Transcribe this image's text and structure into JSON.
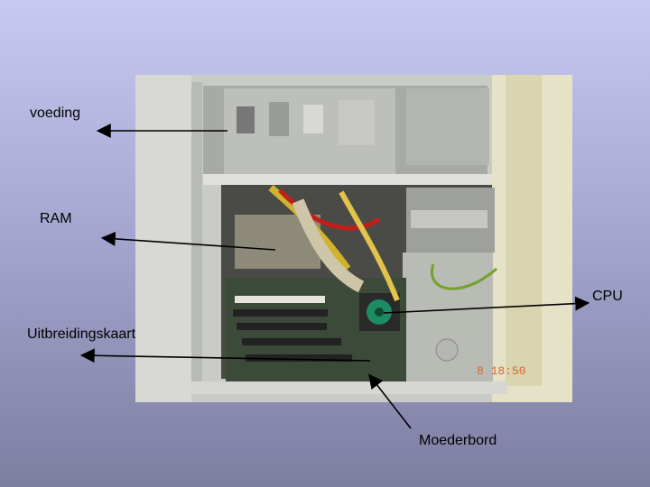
{
  "labels": {
    "power_supply": "voeding",
    "ram": "RAM",
    "cpu": "CPU",
    "expansion_card": "Uitbreidingskaart",
    "motherboard": "Moederbord"
  },
  "photo": {
    "description_icon": "pc-case-interior-photo",
    "timestamp": "8 18:50"
  }
}
